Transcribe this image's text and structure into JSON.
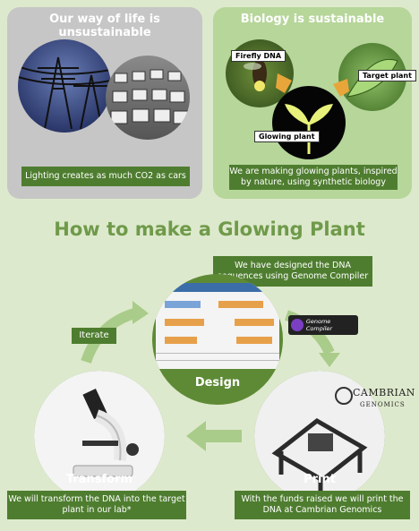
{
  "top_left": {
    "title": "Our way of life is unsustainable",
    "caption": "Lighting creates as much CO2 as cars"
  },
  "top_right": {
    "title": "Biology is sustainable",
    "tag_firefly": "Firefly DNA",
    "tag_target": "Target plant",
    "tag_glowing": "Glowing plant",
    "caption": "We are making glowing plants, inspired by nature, using synthetic biology"
  },
  "main_title": "How to make a Glowing Plant",
  "design": {
    "top_caption": "We have designed the DNA sequences using Genome Compiler",
    "label": "Design",
    "logo_text": "Genome Compiler"
  },
  "iterate_label": "Iterate",
  "transform": {
    "label": "Transform",
    "caption": "We will transform the DNA into the target plant in our lab*"
  },
  "print": {
    "label": "Print",
    "caption": "With the funds raised we will print the DNA at Cambrian Genomics",
    "logo_line1": "CAMBRIAN",
    "logo_line2": "GENOMICS"
  },
  "colors": {
    "dark_green": "#4e7d2f",
    "title_green": "#6f9a4a",
    "panel_gray": "#c6c6c6",
    "panel_green": "#b6d69a"
  }
}
